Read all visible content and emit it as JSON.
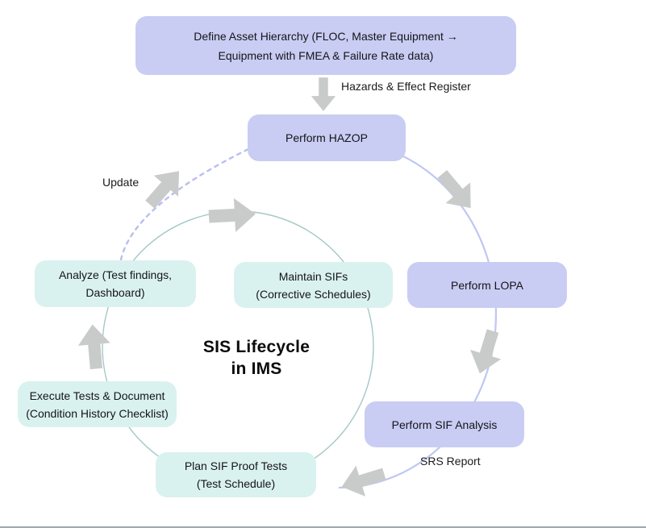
{
  "diagram": {
    "title": "SIS Lifecycle\nin IMS",
    "nodes": [
      {
        "id": "define-asset-hierarchy",
        "text": "Define Asset Hierarchy (FLOC, Master Equipment →\nEquipment with FMEA & Failure Rate data)",
        "style": "lavender"
      },
      {
        "id": "perform-hazop",
        "text": "Perform HAZOP",
        "style": "lavender"
      },
      {
        "id": "perform-lopa",
        "text": "Perform LOPA",
        "style": "lavender"
      },
      {
        "id": "perform-sif-analysis",
        "text": "Perform SIF Analysis",
        "style": "lavender"
      },
      {
        "id": "plan-sif-proof-tests",
        "text": "Plan SIF Proof Tests\n(Test Schedule)",
        "style": "mint"
      },
      {
        "id": "execute-tests-document",
        "text": "Execute Tests & Document\n(Condition History Checklist)",
        "style": "mint"
      },
      {
        "id": "analyze-findings",
        "text": "Analyze (Test findings,\nDashboard)",
        "style": "mint"
      },
      {
        "id": "maintain-sifs",
        "text": "Maintain SIFs\n(Corrective Schedules)",
        "style": "mint"
      }
    ],
    "labels": {
      "hazards_register": "Hazards & Effect Register",
      "update": "Update",
      "srs_report": "SRS Report"
    },
    "icons": [
      "block-arrow-down-icon",
      "block-arrow-down-right-icon",
      "block-arrow-down-left-icon",
      "block-arrow-left-icon",
      "block-arrow-up-icon",
      "block-arrow-right-icon",
      "block-arrow-up-right-icon"
    ],
    "colors": {
      "node_lavender": "#c9cdf3",
      "node_mint": "#daf2ef",
      "arrow_gray": "#c9cbcb",
      "arc_lavender": "#bfc7f2",
      "arc_teal": "#a3c8c6",
      "dashed_lavender": "#b7bfee",
      "footer_line": "#9aa7b0",
      "text": "#141418"
    }
  }
}
